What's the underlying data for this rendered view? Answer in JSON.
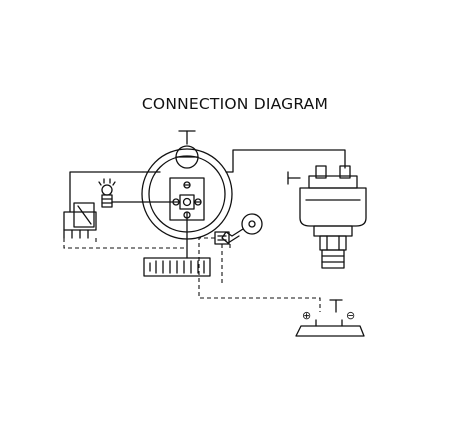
{
  "title": "CONNECTION DIAGRAM",
  "battery": {
    "positive_symbol": "⊕",
    "negative_symbol": "⊖"
  },
  "components": [
    {
      "name": "gauge",
      "icon": "round-gauge"
    },
    {
      "name": "oil-pressure-sender",
      "icon": "pressure-sender"
    },
    {
      "name": "rocker-switch",
      "icon": "rocker-switch"
    },
    {
      "name": "indicator-bulb",
      "icon": "bulb"
    },
    {
      "name": "ignition-key",
      "icon": "key"
    },
    {
      "name": "fuse-block",
      "icon": "fuse-box"
    },
    {
      "name": "battery",
      "icon": "battery"
    }
  ],
  "colors": {
    "line": "#111111",
    "background": "#ffffff"
  }
}
